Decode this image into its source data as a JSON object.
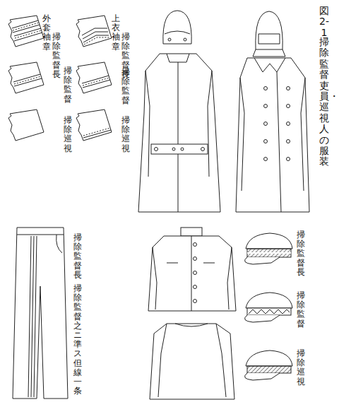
{
  "diagram": {
    "title": "掃除監督吏員・巡視人の服装",
    "labels": [
      "図2-1",
      "外套袖章",
      "掃除監督長",
      "上衣袖章",
      "掃除監督長",
      "掃除監督",
      "掃除監督",
      "掃除巡視",
      "掃除巡視",
      "掃除監督長",
      "掃除監督之ニ準ス但線一条",
      "掃除監督長",
      "掃除監督",
      "掃除巡視"
    ]
  }
}
